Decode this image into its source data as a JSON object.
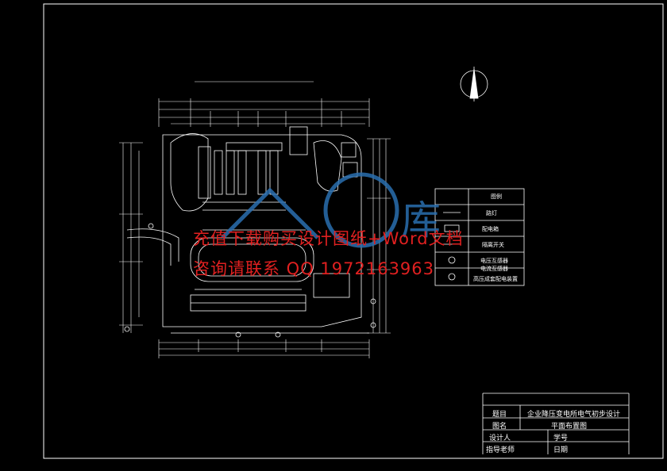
{
  "title_block": {
    "row1_label": "题目",
    "row1_value": "企业降压变电所电气初步设计",
    "row2_label": "图名",
    "row2_value": "平面布置图",
    "row3_label": "设计人",
    "row3_value": "学号",
    "row4_label": "指导老师",
    "row4_value": "日期"
  },
  "legend": {
    "header": "图例",
    "rows": [
      "路灯",
      "配电箱",
      "隔离开关",
      "电压互感器",
      "电流互感器",
      "高压成套配电装置"
    ]
  },
  "watermark": {
    "line1": "充值下载购买设计图纸+Word文档",
    "line2": "咨询请联系 QQ 1972163963",
    "logo_char": "库"
  },
  "colors": {
    "background": "#000000",
    "lines": "#ffffff",
    "watermark_text": "#e02020",
    "watermark_logo": "#2a6fb0"
  }
}
